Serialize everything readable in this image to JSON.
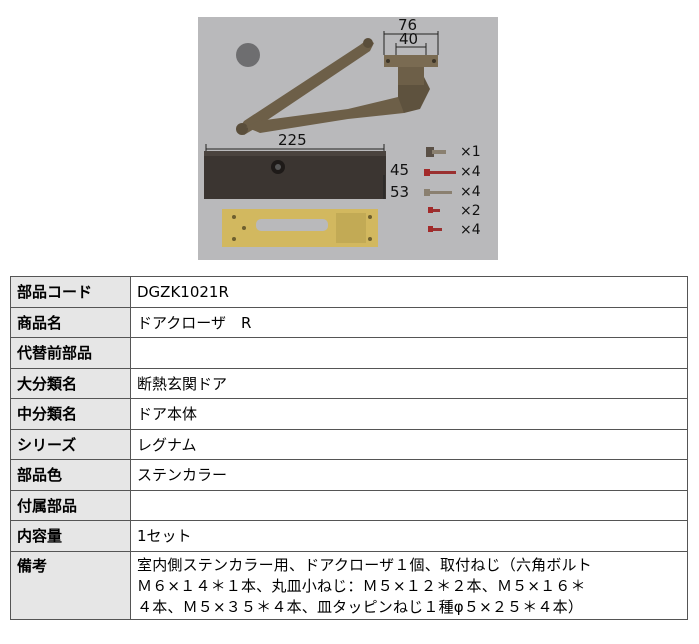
{
  "figure": {
    "dimensions": {
      "arm_width": "76",
      "bracket_width": "40",
      "body_length": "225",
      "body_height": "45",
      "body_depth": "53"
    },
    "quantities": [
      "×1",
      "×4",
      "×4",
      "×2",
      "×4"
    ],
    "colors": {
      "background": "#b9b9bb",
      "body": "#3b3531",
      "arm": "#6d5f48",
      "plate": "#d2b85f"
    }
  },
  "spec_table": {
    "rows": [
      {
        "label": "部品コード",
        "value": "DGZK1021R"
      },
      {
        "label": "商品名",
        "value": "ドアクローザ　R"
      },
      {
        "label": "代替前部品",
        "value": ""
      },
      {
        "label": "大分類名",
        "value": "断熱玄関ドア"
      },
      {
        "label": "中分類名",
        "value": "ドア本体"
      },
      {
        "label": "シリーズ",
        "value": "レグナム"
      },
      {
        "label": "部品色",
        "value": "ステンカラー"
      },
      {
        "label": "付属部品",
        "value": ""
      },
      {
        "label": "内容量",
        "value": "1セット"
      }
    ],
    "notes": {
      "label": "備考",
      "value": "室内側ステンカラー用、ドアクローザ１個、取付ねじ（六角ボルト\nＭ６×１４＊１本、丸皿小ねじ：Ｍ５×１２＊２本、Ｍ５×１６＊\n４本、Ｍ５×３５＊４本、皿タッピンねじ１種φ５×２５＊４本）"
    }
  }
}
